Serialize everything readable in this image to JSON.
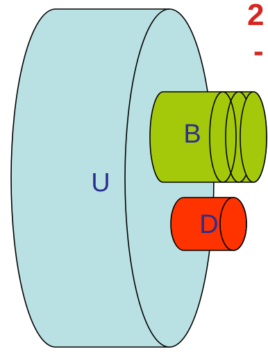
{
  "diagram": {
    "title_fragment": "2",
    "dash_fragment": "-",
    "colors": {
      "title_red": "#d8241e",
      "outline": "#000000",
      "label_text": "#2b2f8f",
      "u_fill": "#b9e0e2",
      "b_fill": "#a4c90a",
      "d_fill": "#ff3300"
    },
    "shapes": {
      "u": {
        "label": "U"
      },
      "b": {
        "label": "B"
      },
      "d": {
        "label": "D"
      }
    }
  }
}
